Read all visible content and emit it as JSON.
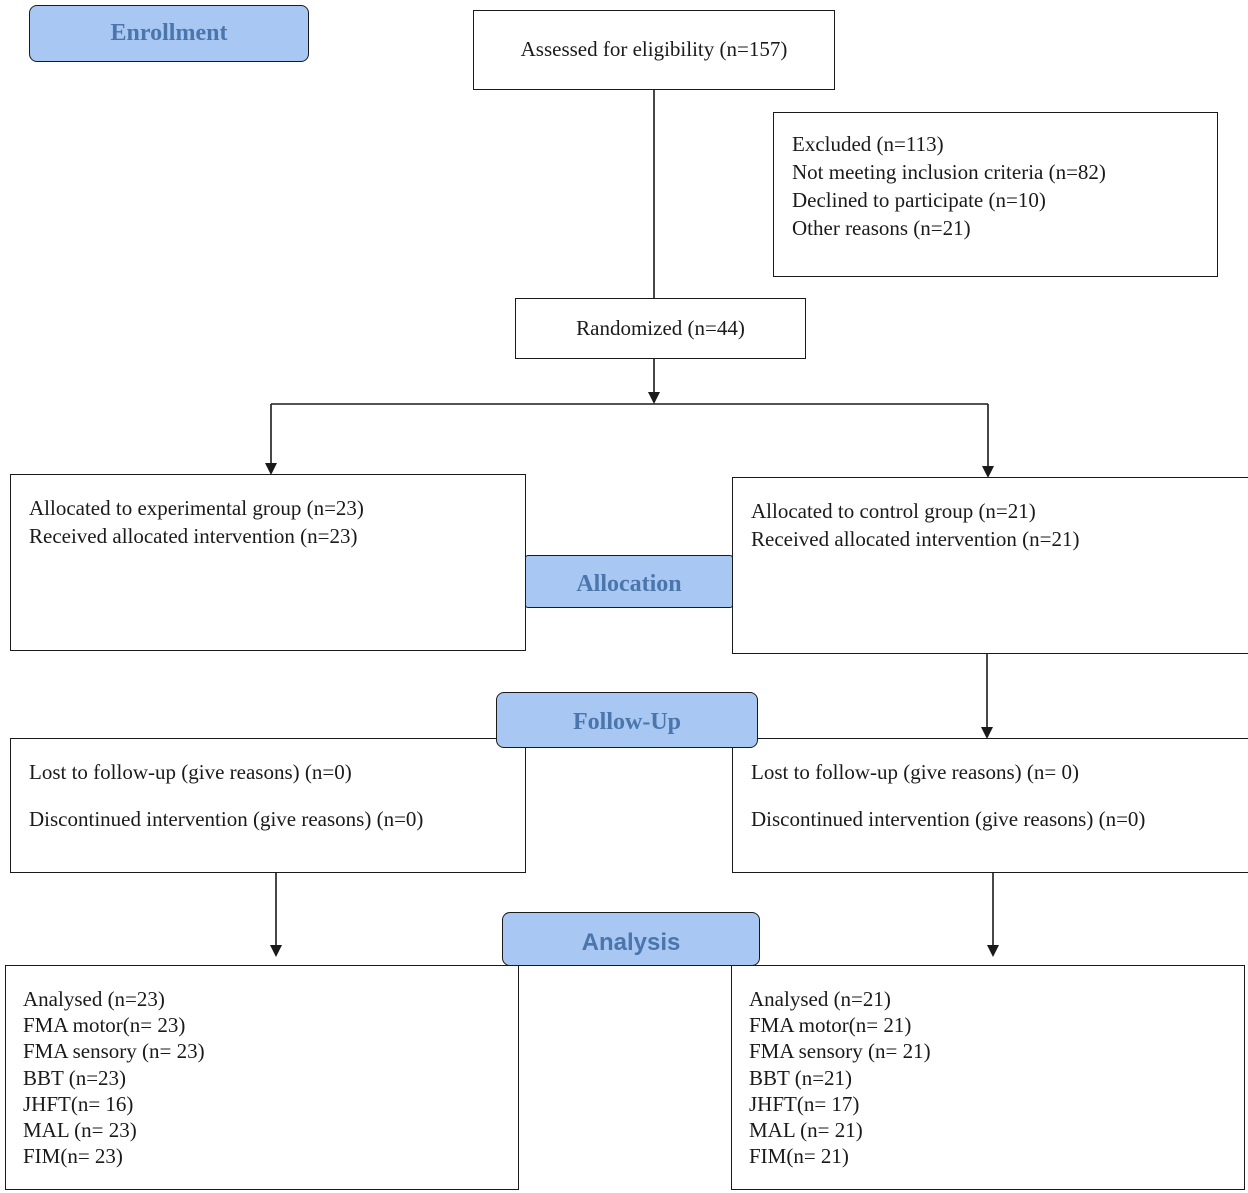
{
  "stages": {
    "enrollment": "Enrollment",
    "allocation": "Allocation",
    "follow_up": "Follow-Up",
    "analysis": "Analysis"
  },
  "assessed": "Assessed for eligibility (n=157)",
  "excluded": [
    "Excluded  (n=113)",
    "Not meeting inclusion criteria (n=82)",
    "Declined to participate (n=10)",
    "Other reasons (n=21)"
  ],
  "randomized": "Randomized (n=44)",
  "allocation": {
    "experimental": [
      "Allocated to experimental group (n=23)",
      "Received allocated intervention (n=23)"
    ],
    "control": [
      "Allocated to control group (n=21)",
      "Received allocated intervention (n=21)"
    ]
  },
  "follow_up": {
    "experimental": [
      "Lost to follow-up (give reasons) (n=0)",
      "Discontinued intervention (give reasons) (n=0)"
    ],
    "control": [
      "Lost to follow-up (give reasons) (n= 0)",
      "Discontinued intervention (give reasons) (n=0)"
    ]
  },
  "analysis": {
    "experimental": [
      "Analysed  (n=23)",
      "FMA motor(n= 23)",
      "FMA sensory (n= 23)",
      "BBT (n=23)",
      "JHFT(n= 16)",
      "MAL (n= 23)",
      "FIM(n= 23)"
    ],
    "control": [
      "Analysed  (n=21)",
      "FMA motor(n= 21)",
      "FMA sensory (n= 21)",
      "BBT (n=21)",
      "JHFT(n= 17)",
      "MAL (n= 21)",
      "FIM(n= 21)"
    ]
  },
  "colors": {
    "stage_fill": "#a9c7f3",
    "stage_text": "#4a76ac",
    "line": "#1a1a1a"
  }
}
